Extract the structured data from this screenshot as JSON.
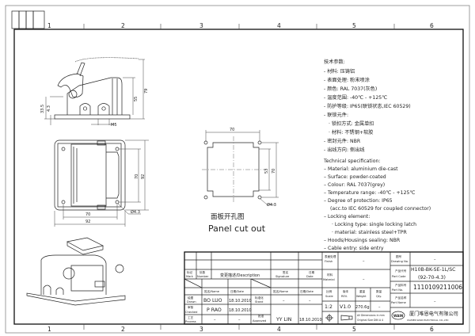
{
  "frame": {
    "column_numbers": [
      "1",
      "2",
      "3",
      "4",
      "5",
      "6"
    ],
    "top_left_tabs": [
      "",
      "",
      "",
      ""
    ]
  },
  "side_view": {
    "dims": {
      "overall_height": "79",
      "body_height": "55",
      "left_height": "33.5",
      "plate": "4.3",
      "thread": "M5"
    }
  },
  "top_view": {
    "dims": {
      "hole_spacing_x": "70",
      "width": "92",
      "hole_spacing_y": "70",
      "depth": "92",
      "hole": "Ø4.3"
    }
  },
  "panel_cutout": {
    "title_cn": "面板开孔图",
    "title_en": "Panel cut out",
    "dims": {
      "hole_spacing_x": "70",
      "hole_spacing_y": "70",
      "cutout": "53",
      "hole": "Ø4.3"
    }
  },
  "spec_cn": {
    "title": "技术参数:",
    "lines": [
      "- 材料: 压铸铝",
      "- 表面处理: 粉末喷涂",
      "- 颜色: RAL 7037(灰色)",
      "- 温度范围: -40℃ - +125℃",
      "- 防护等级: IP65(联锁状态,IEC 60529)",
      "- 联锁元件:",
      "   · 锁扣方式: 金属单扣",
      "   · 材料: 不锈钢+软胶",
      "- 密封元件: NBR",
      "- 出线方向: 侧出线"
    ]
  },
  "spec_en": {
    "title": "Technical specification:",
    "lines": [
      "– Material: aluminium die-cast",
      "– Surface: powder-coated",
      "– Colour: RAL 7037(grey)",
      "– Temperature range: -40℃ - +125℃",
      "– Degree of protection: IP65",
      "   (acc.to IEC 60529 for coupled connector)",
      "– Locking element:",
      "    · Locking type: single locking latch",
      "    · material: stainless steel+TPR",
      "– Hoods/Housings sealing: NBR",
      "– Cable entry: side entry"
    ]
  },
  "title_block": {
    "mark": {
      "cn": "标记",
      "en": "Mark"
    },
    "number": {
      "cn": "处数",
      "en": "Number"
    },
    "description": "变更描述/Description",
    "signature": {
      "cn": "签名",
      "en": "Signature"
    },
    "date": {
      "cn": "日期",
      "en": "Date"
    },
    "name_date_name": "姓名/Name",
    "name_date_date": "日期/Date",
    "drawn": {
      "cn": "绘图",
      "en": "Drawn",
      "name": "BO LUO",
      "date": "18.10.2010"
    },
    "checked": {
      "cn": "审核",
      "en": "Checked",
      "name": "P RAO",
      "date": "18.10.2010"
    },
    "process": {
      "cn": "工艺",
      "en": "Process",
      "name": "–",
      "date": "–"
    },
    "stand": {
      "cn": "标准化",
      "en": "Stand",
      "name": "–",
      "date": "–"
    },
    "approved": {
      "cn": "批准",
      "en": "Approved",
      "name": "YY LIN",
      "date": "18.10.2010"
    },
    "finish": {
      "cn": "表面处理",
      "en": "Finish",
      "value": "–"
    },
    "material": {
      "cn": "材料",
      "en": "Material",
      "value": "–"
    },
    "scale": {
      "cn": "比例",
      "en": "Scale",
      "value": "1:2"
    },
    "rev": {
      "cn": "版本",
      "en": "REV.",
      "value": "V1.0"
    },
    "weight": {
      "cn": "重量",
      "en": "Weight",
      "value": "270.6g"
    },
    "qty": {
      "cn": "数量",
      "en": "Qty.",
      "value": "–"
    },
    "dims_note_1": "All Dimensions in mm",
    "dims_note_2": "Original Size DIN A 4",
    "drawing_no": {
      "cn": "图号",
      "en": "Drawing No.",
      "value": "–"
    },
    "part_code": {
      "cn": "产品代号",
      "en": "Part Code",
      "value_1": "H10B-BK-SE-1L/SC",
      "value_2": "(92-70-4.3)"
    },
    "part_no": {
      "cn": "产品料号",
      "en": "Part No.",
      "value": "1110109211006"
    },
    "part_name": {
      "cn": "产品名称",
      "en": "Part Name",
      "value": "–"
    },
    "company_cn": "厦门唯恩电气有限公司",
    "company_en": "XIAMEN WAIN ELECTRICAL CO.,LTD",
    "logo_text": "WAIN"
  }
}
